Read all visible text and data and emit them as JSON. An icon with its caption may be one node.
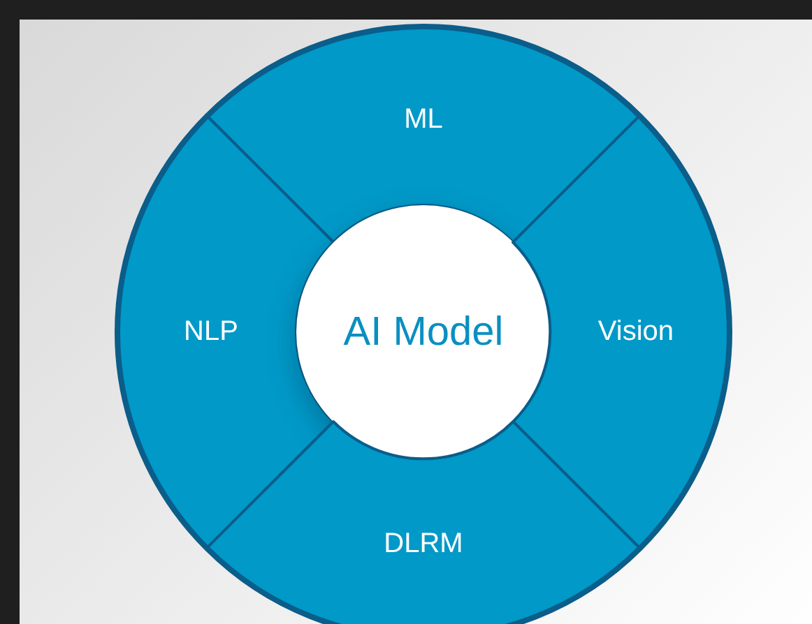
{
  "diagram": {
    "nodes": [
      {
        "text": [
          "ML"
        ]
      },
      {
        "text": [
          "NLP"
        ]
      },
      {
        "text": [
          "AI Model"
        ]
      },
      {
        "text": [
          "Vision"
        ]
      },
      {
        "text": [
          "DLRM"
        ]
      }
    ]
  }
}
